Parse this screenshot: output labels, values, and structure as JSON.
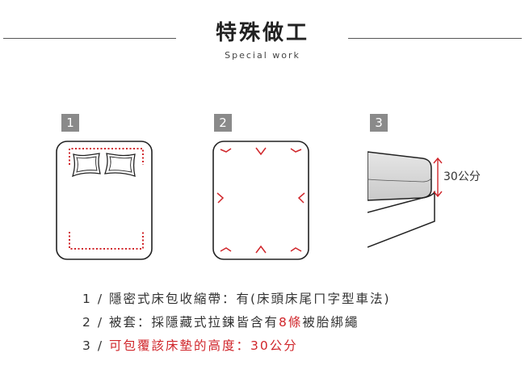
{
  "header": {
    "title": "特殊做工",
    "subtitle": "Special work"
  },
  "figures": [
    {
      "number": "1"
    },
    {
      "number": "2"
    },
    {
      "number": "3",
      "dimension_label": "30公分"
    }
  ],
  "features": [
    {
      "index": "1",
      "sep": "/",
      "text": "隱密式床包收縮帶：有(床頭床尾ㄇ字型車法)"
    },
    {
      "index": "2",
      "sep": "/",
      "text_before": "被套：採隱藏式拉鍊皆含有",
      "highlight": "8條",
      "text_after": "被胎綁繩"
    },
    {
      "index": "3",
      "sep": "/",
      "text": "可包覆該床墊的高度：30公分"
    }
  ],
  "colors": {
    "accent_red": "#d0262b",
    "badge_gray": "#8a8a8a"
  }
}
